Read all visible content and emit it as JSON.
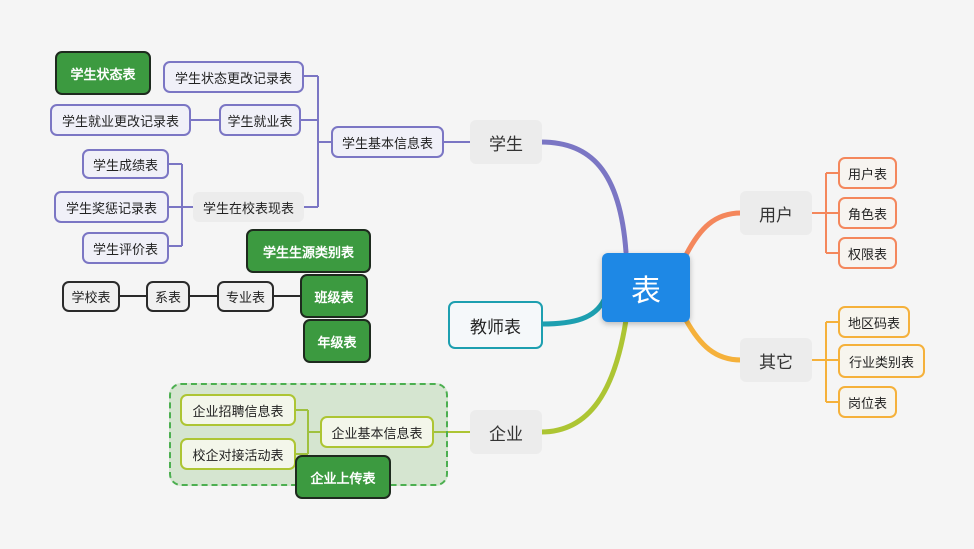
{
  "central": "表",
  "topics": {
    "student": "学生",
    "user": "用户",
    "teacher": "教师表",
    "other": "其它",
    "enterprise": "企业"
  },
  "student": {
    "basic_info": "学生基本信息表",
    "status_change": "学生状态更改记录表",
    "employment": "学生就业表",
    "employment_change": "学生就业更改记录表",
    "performance": "学生在校表现表",
    "scores": "学生成绩表",
    "rewards": "学生奖惩记录表",
    "evaluation": "学生评价表",
    "status": "学生状态表",
    "source_category": "学生生源类别表"
  },
  "org": {
    "school": "学校表",
    "department": "系表",
    "major": "专业表",
    "class": "班级表",
    "grade": "年级表"
  },
  "user": {
    "user_table": "用户表",
    "role_table": "角色表",
    "permission_table": "权限表"
  },
  "other": {
    "region_code": "地区码表",
    "industry": "行业类别表",
    "position": "岗位表"
  },
  "enterprise": {
    "basic_info": "企业基本信息表",
    "recruitment": "企业招聘信息表",
    "cooperation": "校企对接活动表",
    "upload": "企业上传表"
  },
  "colors": {
    "central": "#1e88e5",
    "student_branch": "#7b76c4",
    "user_branch": "#f4875c",
    "teacher_branch": "#1d9fb0",
    "other_branch": "#f5b13b",
    "enterprise_branch": "#adc533",
    "highlight": "#3c9a40"
  }
}
